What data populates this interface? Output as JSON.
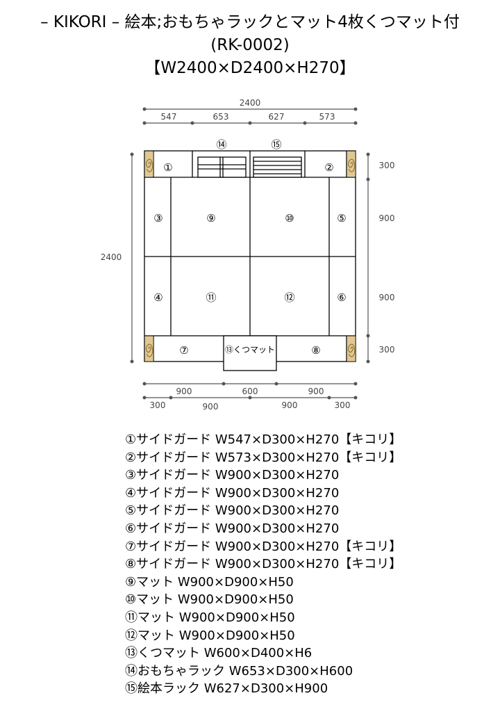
{
  "title": {
    "line1": "– KIKORI – 絵本;おもちゃラックとマット4枚くつマット付",
    "line2": "(RK-0002)",
    "line3": "【W2400×D2400×H270】"
  },
  "diagram": {
    "top_total": "2400",
    "top_segments": [
      "547",
      "653",
      "627",
      "573"
    ],
    "left_total": "2400",
    "right_segments": [
      "300",
      "900",
      "900",
      "300"
    ],
    "bottom_row1": [
      "900",
      "600",
      "900"
    ],
    "bottom_row2": [
      "300",
      "900",
      "900",
      "300"
    ],
    "labels": {
      "p1": "①",
      "p2": "②",
      "p3": "③",
      "p4": "④",
      "p5": "⑤",
      "p6": "⑥",
      "p7": "⑦",
      "p8": "⑧",
      "p9": "⑨",
      "p10": "⑩",
      "p11": "⑪",
      "p12": "⑫",
      "p13": "⑬くつマット",
      "p14": "⑭",
      "p15": "⑮"
    },
    "wood_color": "#e0c890"
  },
  "parts": [
    "①サイドガード W547×D300×H270【キコリ】",
    "②サイドガード W573×D300×H270【キコリ】",
    "③サイドガード W900×D300×H270",
    "④サイドガード W900×D300×H270",
    "⑤サイドガード W900×D300×H270",
    "⑥サイドガード W900×D300×H270",
    "⑦サイドガード W900×D300×H270【キコリ】",
    "⑧サイドガード W900×D300×H270【キコリ】",
    "⑨マット W900×D900×H50",
    "⑩マット W900×D900×H50",
    "⑪マット W900×D900×H50",
    "⑫マット W900×D900×H50",
    "⑬くつマット W600×D400×H6",
    "⑭おもちゃラック W653×D300×H600",
    "⑮絵本ラック W627×D300×H900"
  ]
}
